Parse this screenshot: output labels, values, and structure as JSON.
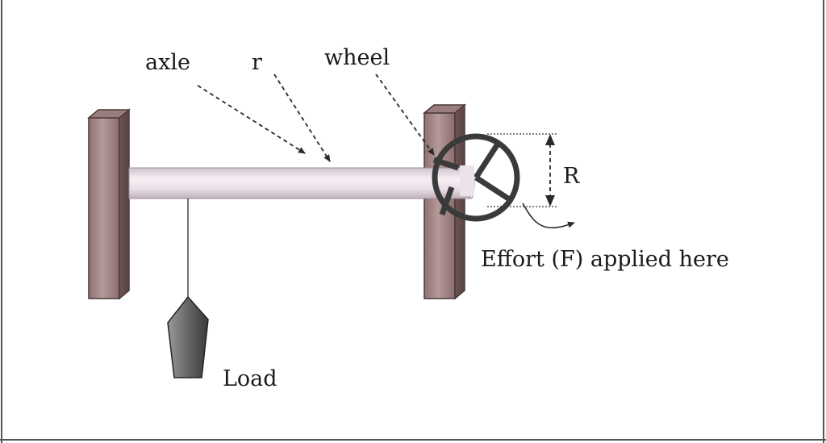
{
  "diagram": {
    "labels": {
      "axle": "axle",
      "small_radius": "r",
      "wheel": "wheel",
      "large_radius": "R",
      "effort": "Effort (F) applied here",
      "load": "Load"
    }
  },
  "colors": {
    "post": "#a58787",
    "axle": "#e9dde6",
    "wheel_outline": "#3a3a3a",
    "load": "#595959",
    "arrow": "#2a2a2a"
  }
}
